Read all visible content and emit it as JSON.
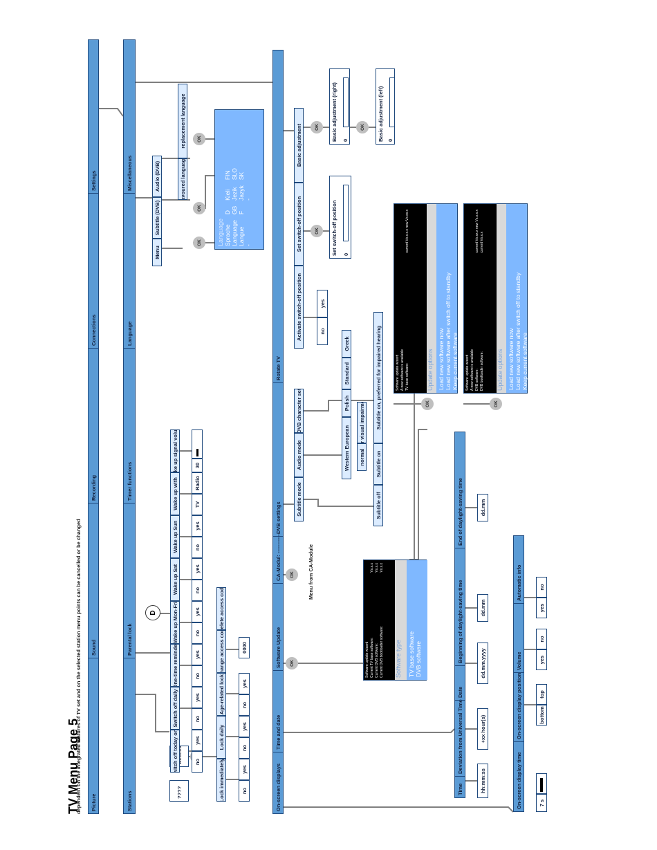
{
  "page": {
    "title": "TV Menu Page 5",
    "note": "dependent on the integrated features of TV set and on the selected station menu points can be cancelled or be changed",
    "footer_link": ""
  },
  "main_bar": [
    "Picture",
    "Sound",
    "Recording",
    "Connections",
    "Settings"
  ],
  "settings_bar": [
    "Stations",
    "Parental lock",
    "Timer functions",
    "Language",
    "Miscellaneous"
  ],
  "parental": {
    "access_code_label": "Access code",
    "access_code_value": "????",
    "items": [
      {
        "label": "Lock immediately",
        "options": [
          "no",
          "yes"
        ]
      },
      {
        "label": "Lock daily",
        "options": [
          "no",
          "yes"
        ]
      },
      {
        "label": "Age-related lock",
        "options": [
          "no",
          "yes"
        ]
      },
      {
        "label": "Change access code",
        "value": "0000"
      },
      {
        "label": "Delete access code"
      }
    ]
  },
  "timer": {
    "d_label": "D",
    "items": [
      {
        "label": "Switch off today only",
        "options": [
          "no",
          "yes"
        ]
      },
      {
        "label": "Switch off daily",
        "options": [
          "no",
          "yes"
        ]
      },
      {
        "label": "One-time reminder",
        "options": [
          "no",
          "yes"
        ]
      },
      {
        "label": "Wake up Mon-Fri",
        "options": [
          "no",
          "yes"
        ]
      },
      {
        "label": "Wake up Sat",
        "options": [
          "no",
          "yes"
        ]
      },
      {
        "label": "Wake up Sun",
        "options": [
          "no",
          "yes"
        ]
      },
      {
        "label": "Wake up with",
        "options": [
          "TV",
          "Radio"
        ]
      },
      {
        "label": "Wake up signal volume",
        "value": "30"
      }
    ]
  },
  "language": {
    "menu_label": "Menu",
    "subtitle_label": "Subtitle (DVB)",
    "audio_label": "Audio (DVB)",
    "favoured_label": "favoured language",
    "replacement_label": "replacement language",
    "box_title": "Language",
    "rows": [
      [
        "Sprache",
        "D",
        "Kieli",
        "FIN"
      ],
      [
        "Language",
        "GB",
        "Jezik",
        "SLO"
      ],
      [
        "Langue",
        "F",
        "Jazyk",
        "SK"
      ],
      [
        "-",
        "",
        "-",
        ""
      ]
    ]
  },
  "misc_bar": [
    "On-screen displays",
    "Time and date",
    "Software Update",
    "CA-Modul: ------------",
    "DVB settings",
    "Rotate TV"
  ],
  "misc": {
    "ca_menu_label": "Menu from CA-Module",
    "software_wizard": {
      "lines": [
        "Software update wizard",
        "Current TV base software:",
        "Current DVB software:",
        "Current DVB bootloader software:"
      ],
      "values": [
        "Vx.x.x",
        "Vx.x.x",
        "Vx.x.x"
      ],
      "heading": "Software type",
      "options": [
        "TV base software",
        "DVB software"
      ]
    },
    "update_wizard_1": {
      "lines": [
        "Software update wizard",
        "A new software is available",
        "TV base software:"
      ],
      "versions": "current Vx.x.x.x    new Vx.xx.x",
      "heading": "Update options",
      "options": [
        "Load new software now",
        "Load new software after switch off to standby",
        "Keep current software"
      ]
    },
    "update_wizard_2": {
      "lines": [
        "Software update wizard",
        "A new software is available",
        "DVB software:",
        "DVB bootloader software:"
      ],
      "versions": [
        "current Vx.xx.x    new Vx.x.x.x",
        "current Vx.x.x"
      ],
      "heading": "Update options",
      "options": [
        "Load new software now",
        "Load new software after switch off to standby",
        "Keep current software"
      ]
    },
    "dvb": {
      "subtitle_mode": "Subtitle mode",
      "audio_mode": "Audio mode",
      "charset": "DVB character set",
      "subtitle_options": [
        "Subtitle off",
        "Subtitle on",
        "Subtitle on, preferred for impaired hearing"
      ],
      "audio_options": [
        "normal",
        "For visual impairment"
      ],
      "charset_options": [
        "Western European",
        "Polish",
        "Standard",
        "Greek"
      ]
    },
    "rotate": {
      "activate": "Activate switch-off position",
      "activate_options": [
        "no",
        "yes"
      ],
      "set_position": "Set switch-off position",
      "set_position_box": "Set switch-off position",
      "basic": "Basic adjustment",
      "basic_right": "Basic adjustment (right)",
      "basic_left": "Basic adjustment (left)",
      "zero": "0"
    },
    "osd_bar": [
      "On-screen display time",
      "On-screen display position",
      "Volume",
      "Automatic info"
    ],
    "osd": {
      "time_value": "7 s",
      "position_options": [
        "bottom",
        "top"
      ],
      "volume_options": [
        "yes",
        "no"
      ],
      "auto_info_options": [
        "yes",
        "no"
      ]
    },
    "time_bar": [
      "Time",
      "Deviation from Universal Time",
      "Date",
      "Beginning of daylight-saving time",
      "End of daylight-saving time"
    ],
    "time": {
      "time_value": "hh:mm:ss",
      "deviation_value": "+xx hour(s)",
      "date_value": "dd.mm.yyyy",
      "begin_value": "dd.mm",
      "end_value": "dd.mm"
    },
    "ok": "OK"
  }
}
